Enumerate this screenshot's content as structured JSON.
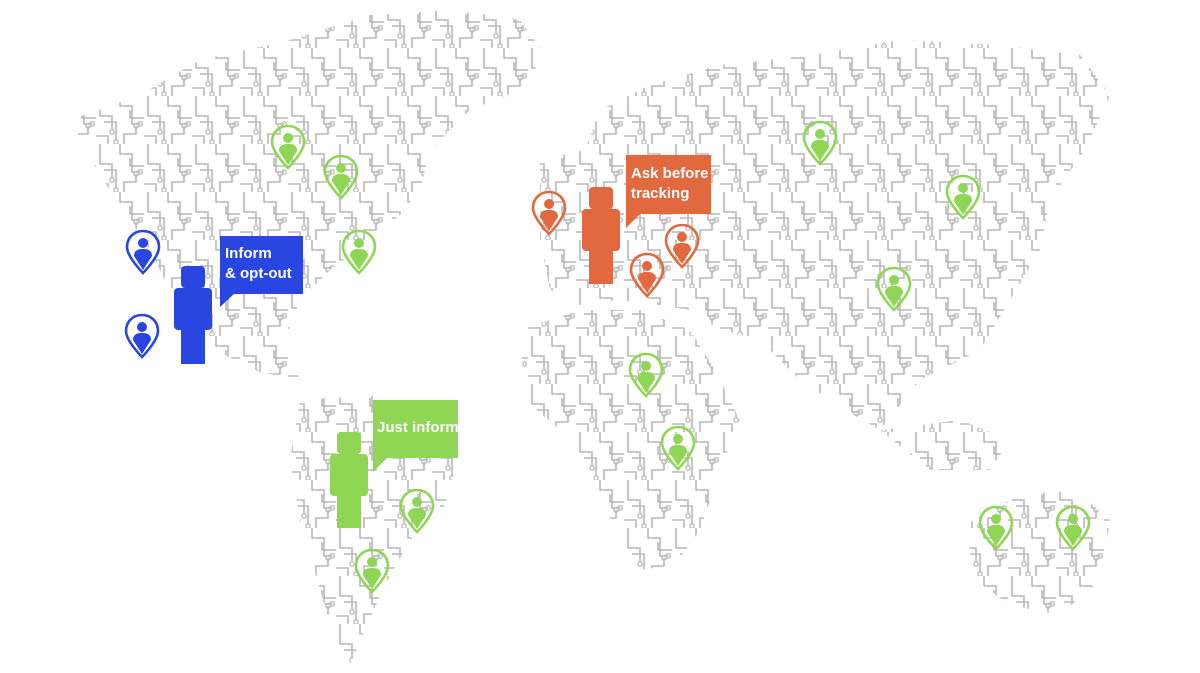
{
  "colors": {
    "background": "#ffffff",
    "circuit": "#b9b9b9",
    "blue": "#2a46e0",
    "orange": "#e2693f",
    "green": "#8ed654"
  },
  "regions": {
    "americas_north": {
      "label_lines": [
        "Inform",
        "& opt-out"
      ],
      "color": "#2a46e0",
      "icons": [
        "person-icon",
        "map-pin-icon"
      ]
    },
    "europe": {
      "label_lines": [
        "Ask before",
        "tracking"
      ],
      "color": "#e2693f",
      "icons": [
        "person-icon",
        "map-pin-icon"
      ]
    },
    "americas_south": {
      "label_lines": [
        "Just inform"
      ],
      "color": "#8ed654",
      "icons": [
        "person-icon",
        "map-pin-icon"
      ]
    }
  }
}
